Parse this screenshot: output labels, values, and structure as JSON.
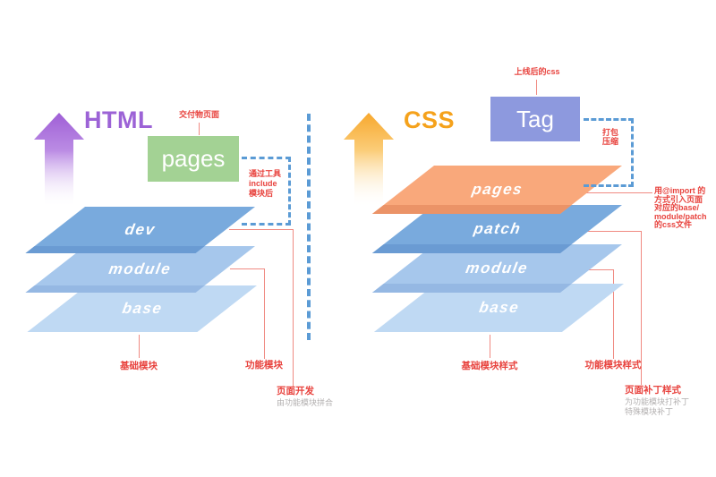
{
  "html_section": {
    "title": "HTML",
    "deliverable_box": "pages",
    "deliverable_note": "交付物页面",
    "include_note": [
      "通过工具",
      "include",
      "模块后"
    ],
    "layers": [
      "dev",
      "module",
      "base"
    ],
    "callout_base": "基础模块",
    "callout_module": "功能模块",
    "callout_dev_title": "页面开发",
    "callout_dev_sub": "由功能模块拼合"
  },
  "css_section": {
    "title": "CSS",
    "tag_box": "Tag",
    "tag_note": "上线后的css",
    "pack_note": [
      "打包",
      "压缩"
    ],
    "import_note": [
      "用@import 的",
      "方式引入页面",
      "对应的base/",
      "module/patch",
      "的css文件"
    ],
    "layers": [
      "pages",
      "patch",
      "module",
      "base"
    ],
    "callout_base": "基础模块样式",
    "callout_module": "功能模块样式",
    "callout_patch_title": "页面补丁样式",
    "callout_patch_sub1": "为功能模块打补丁",
    "callout_patch_sub2": "特殊模块补丁"
  },
  "colors": {
    "html_title": "#9c63d6",
    "css_title": "#f5a21c",
    "pages_box_green": "#a3d294",
    "tag_box_purple": "#8d99de",
    "layer_blue_dark": "#79aadd",
    "layer_blue_mid": "#a6c7ec",
    "layer_blue_light": "#bfd9f3",
    "layer_orange": "#f9a87b",
    "annotation_red": "#e8433e",
    "annotation_gray": "#b3b0b0",
    "dashed_blue": "#5b9bd5"
  }
}
